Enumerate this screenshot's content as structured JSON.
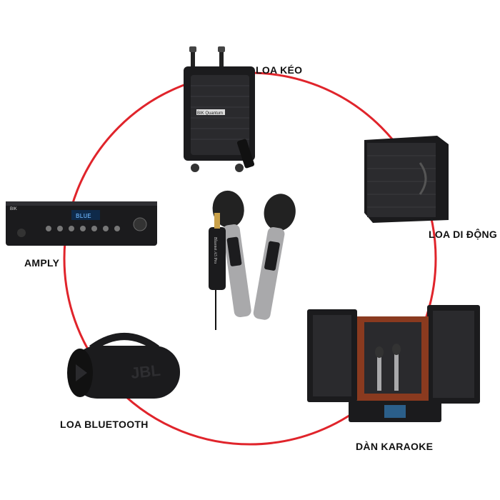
{
  "labels": {
    "loa_keo": "LOA KÉO",
    "loa_di_dong": "LOA DI ĐỘNG",
    "amply": "AMPLY",
    "loa_bluetooth": "LOA BLUETOOTH",
    "dan_karaoke": "DÀN KARAOKE"
  },
  "device_text": {
    "amp_display": "BLUE",
    "amp_brand": "BIK",
    "speaker_brand": "BIK Quantum",
    "jbl_logo": "JBL",
    "mic_receiver_text": "Bluenet A5 Pro"
  },
  "colors": {
    "ring": "#e0242b",
    "device_dark": "#1b1b1d",
    "wood": "#8a3a1f",
    "mic_silver": "#a9a9ab"
  }
}
